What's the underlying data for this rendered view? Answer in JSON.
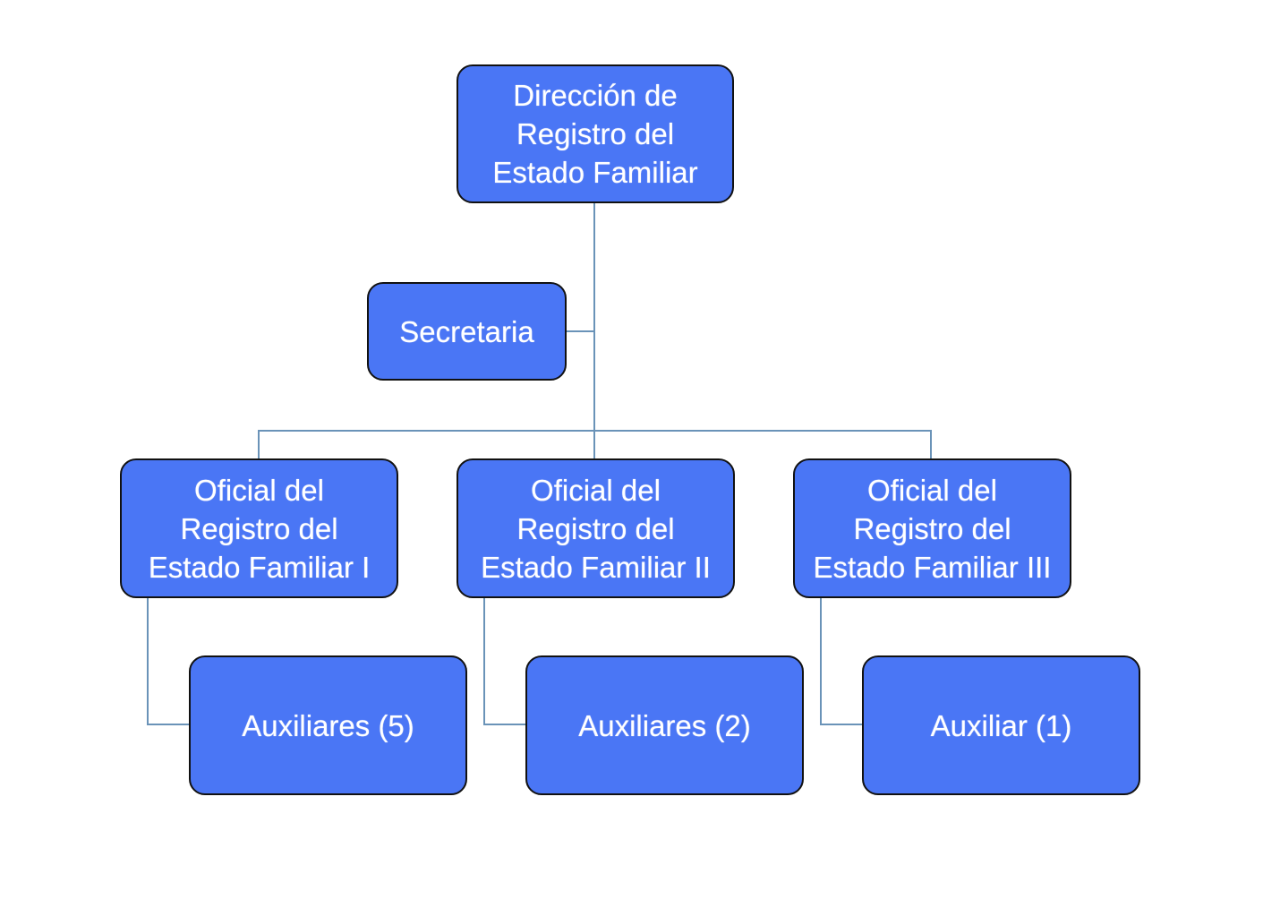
{
  "nodes": {
    "director": "Dirección de\nRegistro del\nEstado Familiar",
    "secretaria": "Secretaria",
    "oficial_1": "Oficial del\nRegistro del\nEstado Familiar I",
    "oficial_2": "Oficial del\nRegistro del\nEstado Familiar II",
    "oficial_3": "Oficial del\nRegistro del\nEstado Familiar III",
    "auxiliares_1": "Auxiliares (5)",
    "auxiliares_2": "Auxiliares (2)",
    "auxiliar_3": "Auxiliar (1)"
  },
  "colors": {
    "box_fill": "#4a76f5",
    "connector": "#6a93b8"
  }
}
